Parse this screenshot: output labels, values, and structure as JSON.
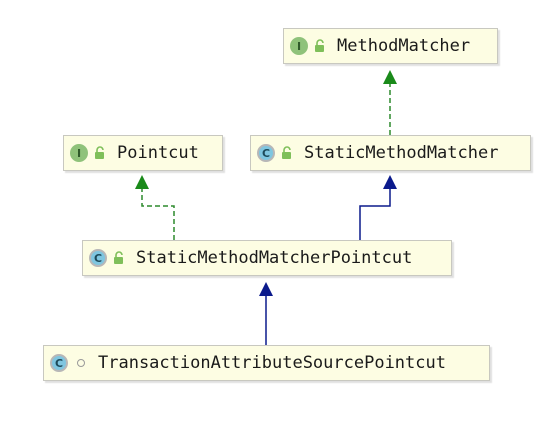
{
  "nodes": {
    "method_matcher": {
      "kind": "I",
      "access": "public",
      "label": "MethodMatcher"
    },
    "pointcut": {
      "kind": "I",
      "access": "public",
      "label": "Pointcut"
    },
    "static_method_matcher": {
      "kind": "C",
      "access": "public",
      "label": "StaticMethodMatcher"
    },
    "static_method_matcher_pointcut": {
      "kind": "C",
      "access": "public",
      "label": "StaticMethodMatcherPointcut"
    },
    "transaction_attribute_source_pointcut": {
      "kind": "C",
      "access": "package-private",
      "label": "TransactionAttributeSourcePointcut"
    }
  },
  "edges": [
    {
      "from": "StaticMethodMatcher",
      "to": "MethodMatcher",
      "relation": "implements"
    },
    {
      "from": "StaticMethodMatcherPointcut",
      "to": "Pointcut",
      "relation": "implements"
    },
    {
      "from": "StaticMethodMatcherPointcut",
      "to": "StaticMethodMatcher",
      "relation": "extends"
    },
    {
      "from": "TransactionAttributeSourcePointcut",
      "to": "StaticMethodMatcherPointcut",
      "relation": "extends"
    }
  ],
  "colors": {
    "implements": "#2d8a2d",
    "extends": "#0b1a8c",
    "node_bg": "#fdfde3"
  },
  "icons": {
    "interface": "interface-badge-icon",
    "class": "class-badge-icon",
    "public": "unlocked-padlock-icon",
    "package_private": "hollow-circle-icon"
  }
}
